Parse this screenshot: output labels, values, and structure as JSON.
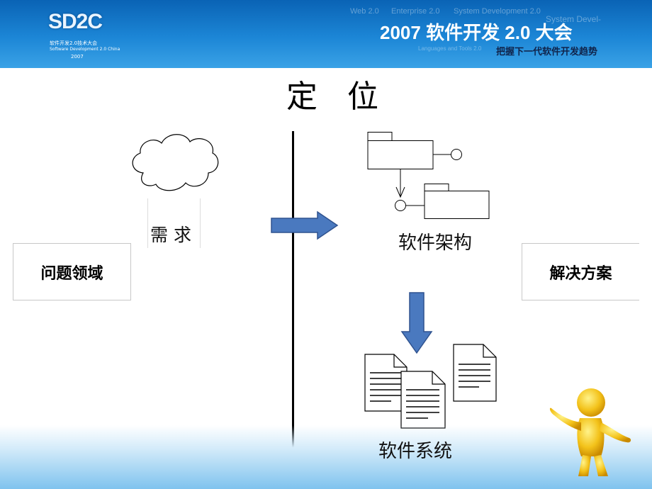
{
  "header": {
    "logo_text": "SD2C",
    "logo_subtitle_cn": "软件开发2.0技术大会",
    "logo_subtitle_en": "Software Development 2.0 China",
    "logo_year": "2007",
    "title": "2007 软件开发 2.0 大会",
    "subtitle": "把握下一代软件开发趋势",
    "bg_words": [
      "Web 2.0",
      "Enterprise 2.0",
      "System Development 2.0",
      "Languages and Tools 2.0",
      "System Devel-"
    ]
  },
  "slide": {
    "title": "定 位",
    "left_box": "问题领域",
    "right_box": "解决方案",
    "cloud_label": "需 求",
    "architecture_label": "软件架构",
    "system_label": "软件系统"
  },
  "colors": {
    "header_blue": "#1c86d6",
    "arrow_blue": "#4a79bf",
    "arrow_stroke": "#2f528f"
  }
}
